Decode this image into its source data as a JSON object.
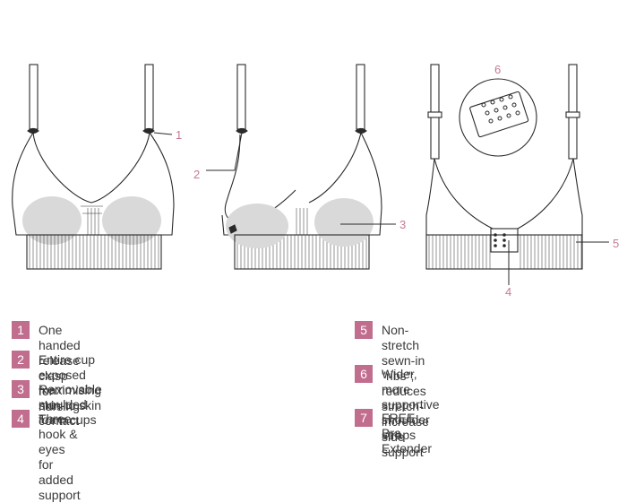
{
  "colors": {
    "accent": "#c06d8e",
    "cup_fill": "#d9d9d9",
    "line": "#2a2a2a"
  },
  "callouts": [
    "1",
    "2",
    "3",
    "4",
    "5",
    "6"
  ],
  "legend": [
    {
      "num": "1",
      "text": "One handed release clasp for nursing"
    },
    {
      "num": "2",
      "text": "Entire cup exposed maximising skin-to skin contact"
    },
    {
      "num": "3",
      "text": "Removable moulded foam cups"
    },
    {
      "num": "4",
      "text": "Three hook & eyes for added support"
    },
    {
      "num": "5",
      "text": "Non-stretch sewn-in \"ribs\"; reduces\nstretch-increase side support"
    },
    {
      "num": "6",
      "text": "Wider, more supportive\nshoulder straps"
    },
    {
      "num": "7",
      "text": "FREE Bra Extender"
    }
  ]
}
